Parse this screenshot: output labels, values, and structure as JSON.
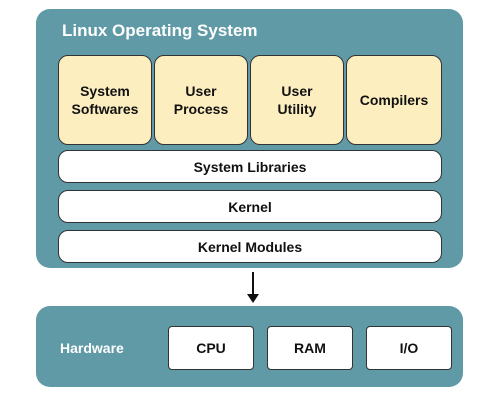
{
  "os": {
    "title": "Linux Operating System",
    "components": [
      {
        "line1": "System",
        "line2": "Softwares"
      },
      {
        "line1": "User",
        "line2": "Process"
      },
      {
        "line1": "User",
        "line2": "Utility"
      },
      {
        "line1": "Compilers"
      }
    ],
    "layers": [
      "System Libraries",
      "Kernel",
      "Kernel Modules"
    ]
  },
  "hardware": {
    "label": "Hardware",
    "items": [
      "CPU",
      "RAM",
      "I/O"
    ]
  },
  "colors": {
    "panel": "#5f9aa6",
    "component_fill": "#fdeec0",
    "layer_fill": "#ffffff"
  }
}
